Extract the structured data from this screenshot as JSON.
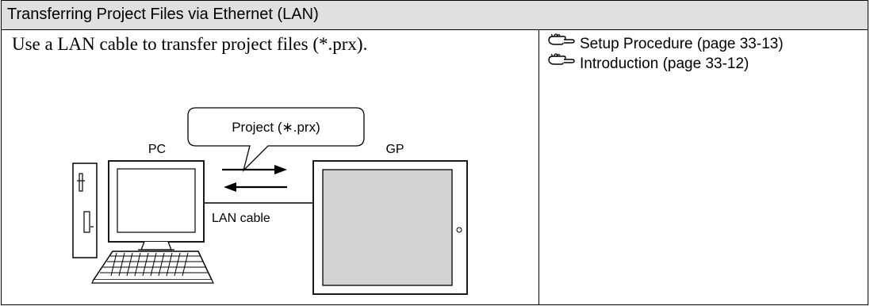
{
  "header": {
    "title": "Transferring Project Files via Ethernet (LAN)"
  },
  "main": {
    "text": "Use a LAN cable to transfer project files (*.prx)."
  },
  "references": [
    {
      "label": "Setup Procedure (page 33-13)",
      "icon": "hand-pointer-icon"
    },
    {
      "label": "Introduction (page 33-12)",
      "icon": "hand-pointer-icon"
    }
  ],
  "diagram": {
    "callout": "Project (∗.prx)",
    "pc_label": "PC",
    "gp_label": "GP",
    "cable_label": "LAN cable"
  }
}
